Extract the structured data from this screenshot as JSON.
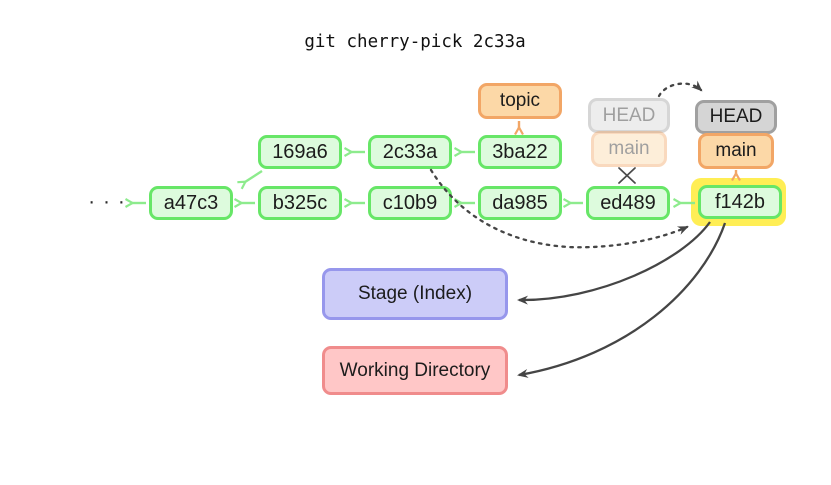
{
  "title": "git cherry-pick 2c33a",
  "graph": {
    "ellipsis": "· · ·",
    "top_row": [
      "169a6",
      "2c33a",
      "3ba22"
    ],
    "main_row": [
      "a47c3",
      "b325c",
      "c10b9",
      "da985",
      "ed489",
      "f142b"
    ],
    "highlighted_commit": "f142b",
    "cherry_picked_commit": "2c33a"
  },
  "refs": {
    "topic": "topic",
    "old_head": "HEAD",
    "old_main": "main",
    "new_head": "HEAD",
    "new_main": "main"
  },
  "areas": {
    "stage": "Stage (Index)",
    "working_directory": "Working Directory"
  },
  "colors": {
    "text": "#1c1c1c",
    "commit_fill": "#ddfbdd",
    "commit_border": "#67e667",
    "arrow_green": "#8deb8d",
    "orange_fill": "#fcd8a7",
    "orange_border": "#f2a666",
    "head_fill": "#d5d5d5",
    "head_border": "#a0a0a0",
    "highlight_yellow": "#ffee55",
    "stage_fill": "#ccccf8",
    "stage_border": "#9797ec",
    "working_fill": "#ffc7c7",
    "working_border": "#f08c8c",
    "dark": "#454545"
  }
}
